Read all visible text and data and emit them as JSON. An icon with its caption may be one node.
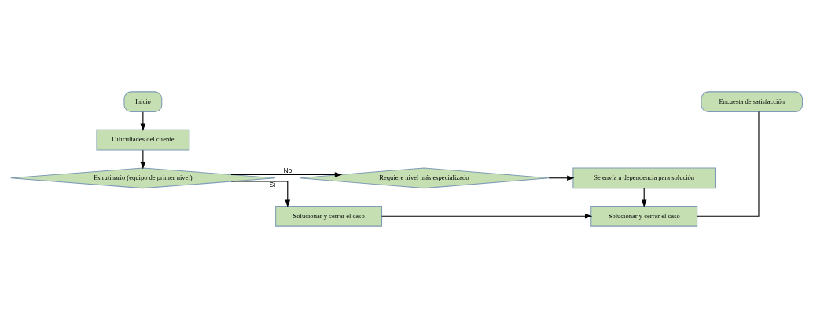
{
  "diagram": {
    "nodes": [
      {
        "text": [
          "Inicio"
        ]
      },
      {
        "text": [
          "Dificultades del cliente"
        ]
      },
      {
        "text": [
          "Es rutinario (equipo de primer nivel)"
        ]
      },
      {
        "text": [
          "Requiere nivel más especializado"
        ]
      },
      {
        "text": [
          "Se envía a dependencia para solución"
        ]
      },
      {
        "text": [
          "Solucionar y cerrar el caso"
        ]
      },
      {
        "text": [
          "Solucionar y cerrar el caso"
        ]
      },
      {
        "text": [
          "Encuesta de satisfacción"
        ]
      }
    ],
    "edges": [
      {
        "from": 0,
        "to": 1,
        "arrow": "to"
      },
      {
        "from": 1,
        "to": 2,
        "arrow": "to"
      },
      {
        "from": 2,
        "to": 3,
        "arrow": "to",
        "label": "No"
      },
      {
        "from": 3,
        "to": 4,
        "arrow": "to"
      },
      {
        "from": 2,
        "to": 5,
        "arrow": "to",
        "label": "Si"
      },
      {
        "from": 4,
        "to": 6,
        "arrow": "to"
      },
      {
        "from": 5,
        "to": 6,
        "arrow": "to"
      },
      {
        "from": 6,
        "to": 7,
        "arrow": "none"
      }
    ]
  }
}
